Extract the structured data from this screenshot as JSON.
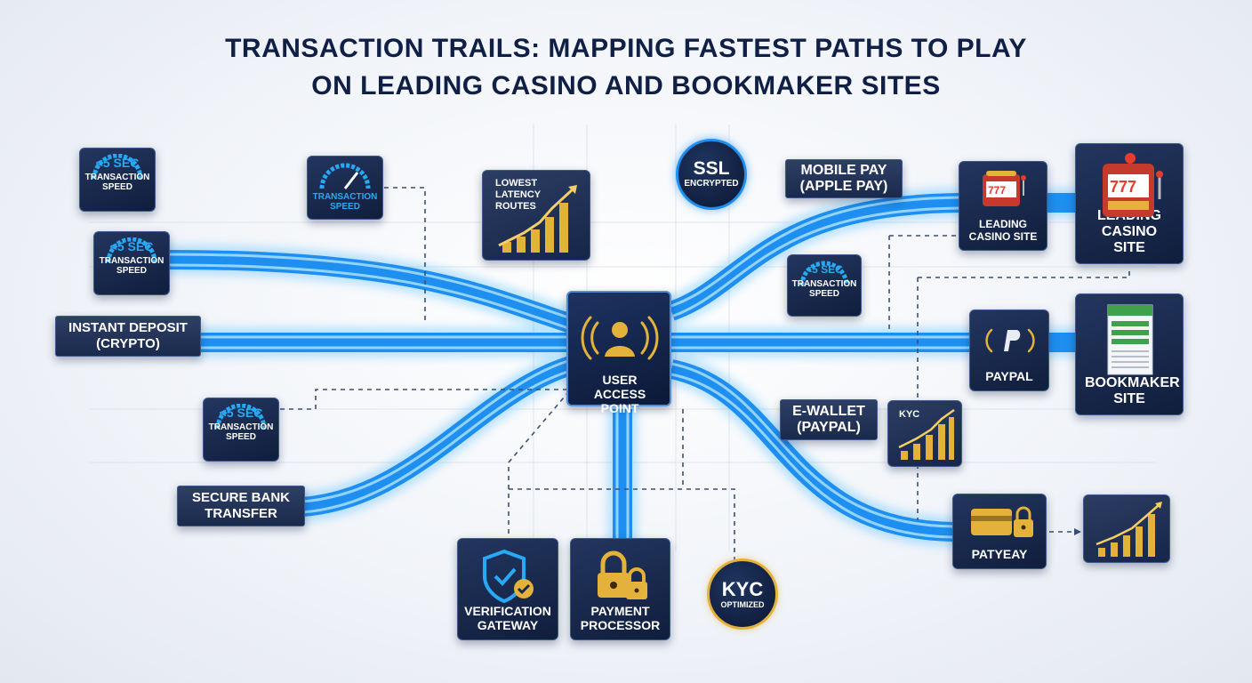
{
  "title": {
    "line1": "TRANSACTION TRAILS: MAPPING FASTEST PATHS TO PLAY",
    "line2": "ON LEADING CASINO AND BOOKMAKER SITES"
  },
  "speed_badges": [
    {
      "value": "<5 SEC",
      "label": "TRANSACTION SPEED"
    },
    {
      "value": "<5 SEC",
      "label": "TRANSACTION SPEED"
    },
    {
      "value": "<5 SEC",
      "label": "TRANSACTION SPEED"
    },
    {
      "value": "<5 SEC",
      "label": "TRANSACTION SPEED"
    }
  ],
  "speed_top": {
    "label": "TRANSACTION SPEED"
  },
  "latency": {
    "label": "LOWEST LATENCY ROUTES"
  },
  "ssl": {
    "big": "SSL",
    "small": "ENCRYPTED"
  },
  "mobile_pay": {
    "label": "MOBILE PAY (APPLE PAY)"
  },
  "instant_deposit": {
    "label": "INSTANT DEPOSIT (CRYPTO)"
  },
  "secure_bank": {
    "label": "SECURE BANK TRANSFER"
  },
  "ewallet": {
    "label": "E-WALLET (PAYPAL)"
  },
  "hub": {
    "label": "USER ACCESS POINT"
  },
  "casino_small": {
    "label": "LEADING CASINO SITE"
  },
  "casino_big": {
    "label": "LEADING CASINO SITE"
  },
  "paypal": {
    "label": "PAYPAL"
  },
  "bookmaker": {
    "label": "BOOKMAKER SITE"
  },
  "kyc_chart": {
    "label": "KYC"
  },
  "payyeay": {
    "label": "PATYEAY"
  },
  "verification": {
    "label": "VERIFICATION GATEWAY"
  },
  "payment_processor": {
    "label": "PAYMENT PROCESSOR"
  },
  "kyc_optimized": {
    "big": "KYC",
    "small": "OPTIMIZED"
  },
  "colors": {
    "navy": "#0f1f45",
    "path_blue": "#1e8ff0",
    "glow_blue": "#3fb6ff",
    "gold": "#e4b23a",
    "gauge_blue": "#27a9f5"
  },
  "icons": [
    "gauge-icon",
    "bar-chart-icon",
    "user-signal-icon",
    "slot-machine-icon",
    "paypal-icon",
    "sportsbook-sheet-icon",
    "credit-card-icon",
    "lock-icon",
    "shield-check-icon"
  ]
}
